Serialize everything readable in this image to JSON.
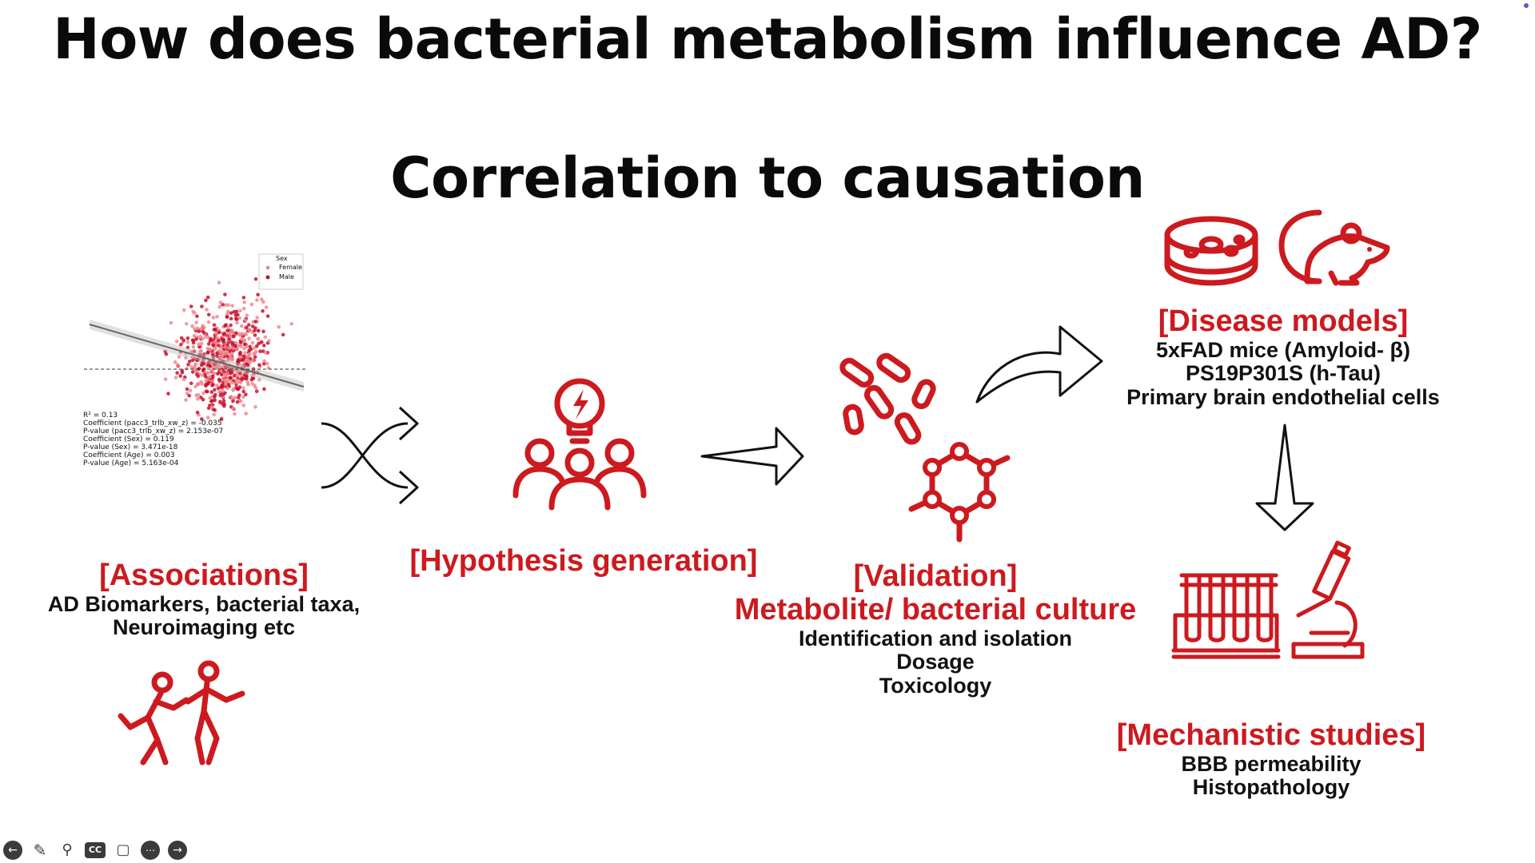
{
  "slide": {
    "title": "How does bacterial metabolism influence AD?",
    "subtitle": "Correlation to causation"
  },
  "scatter": {
    "legend_title": "Sex",
    "legend": [
      "Female",
      "Male"
    ],
    "stats": [
      "R² = 0.13",
      "Coefficient (pacc3_trlb_xw_z) = -0.035",
      "P-value (pacc3_trlb_xw_z) = 2.153e-07",
      "Coefficient (Sex) = 0.119",
      "P-value (Sex) = 3.471e-18",
      "Coefficient (Age) = 0.003",
      "P-value (Age) = 5.163e-04"
    ],
    "colors": {
      "female": "#f08a8e",
      "male": "#c8102e"
    }
  },
  "associations": {
    "heading": "[Associations]",
    "line1": "AD Biomarkers, bacterial taxa,",
    "line2": "Neuroimaging etc"
  },
  "hypothesis": {
    "heading": "[Hypothesis generation]"
  },
  "validation": {
    "heading": "[Validation]",
    "subheading": "Metabolite/ bacterial culture",
    "items": [
      "Identification and isolation",
      "Dosage",
      "Toxicology"
    ]
  },
  "disease_models": {
    "heading": "[Disease models]",
    "items": [
      "5xFAD mice (Amyloid- β)",
      "PS19P301S (h-Tau)",
      "Primary brain endothelial cells"
    ]
  },
  "mechanistic": {
    "heading": "[Mechanistic studies]",
    "items": [
      "BBB permeability",
      "Histopathology"
    ]
  },
  "icons": [
    "dancing-people-icon",
    "shuffle-arrows-icon",
    "lightbulb-team-icon",
    "right-arrow-icon",
    "bacteria-icon",
    "molecule-icon",
    "curved-arrow-icon",
    "petri-dish-icon",
    "mouse-icon",
    "down-arrow-icon",
    "test-tubes-icon",
    "microscope-icon"
  ],
  "controls": [
    "previous-icon",
    "pen-icon",
    "zoom-icon",
    "captions-icon",
    "camera-icon",
    "more-icon",
    "next-icon"
  ],
  "accent_color": "#cc1a1f"
}
